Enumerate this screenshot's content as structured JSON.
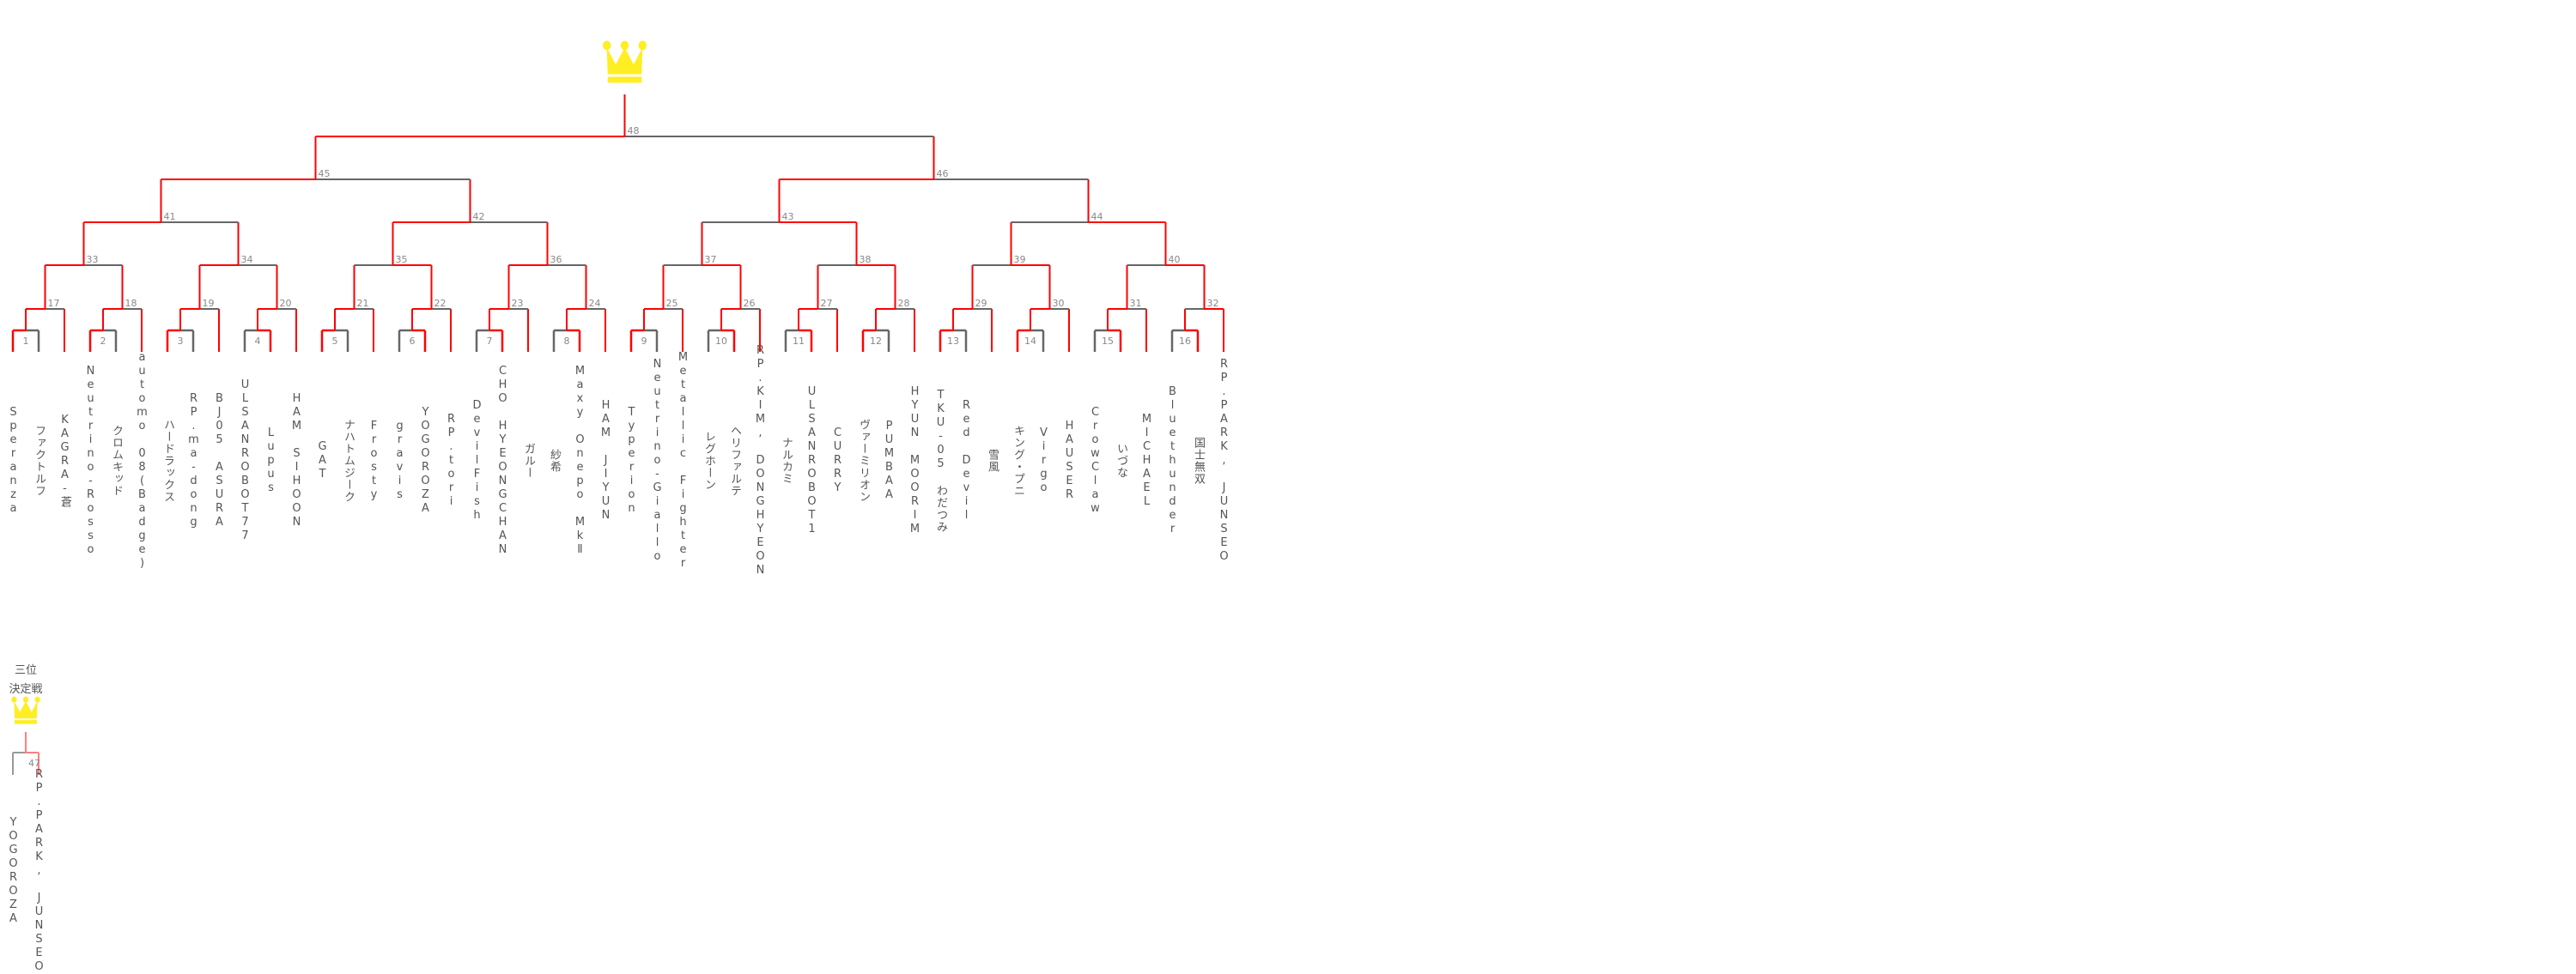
{
  "colors": {
    "win": "#ff0000",
    "lose": "#666666",
    "third_win": "#ff7f7f",
    "third_lose": "#999999",
    "crown": "#ffee22",
    "label": "#888888",
    "name": "#555555"
  },
  "teams": [
    "Speranza",
    "ファクトルフ",
    "KAGRA-蒼",
    "Neutrino-Rosso",
    "クロムキッド",
    "automo 08(Badge)",
    "ハードラックス",
    "RP.ma-dong",
    "BJ05 ASURA",
    "ULSANROBOT77",
    "Lupus",
    "HAM SIHOON",
    "GAT",
    "ナハトムジーク",
    "Frosty",
    "gravis",
    "YOGOROZA",
    "RP.tori",
    "DevilFish",
    "CHO HYEONGCHAN",
    "ガルー",
    "紗希",
    "Maxy Onepo MkⅡ",
    "HAM JIYUN",
    "Typerion",
    "Neutrino-Giallo",
    "Metallic Fighter",
    "レグホーン",
    "ヘリファルテ",
    "RP.KIM, DONGHYEON",
    "ナルカミ",
    "ULSANROBOT1",
    "CURRY",
    "ヴァーミリオン",
    "PUMBAA",
    "HYUN MOORIM",
    "TKU-05 わだつみ",
    "Red Devil",
    "雪風",
    "キング・プニ",
    "Virgo",
    "HAUSER",
    "CrowClaw",
    "いづな",
    "MICHAEL",
    "Bluethunder",
    "国士無双",
    "RP.PARK, JUNSEO"
  ],
  "rounds": [
    [
      {
        "label": "1",
        "winner": "left"
      },
      {
        "label": "2",
        "winner": "left"
      },
      {
        "label": "3",
        "winner": "left"
      },
      {
        "label": "4",
        "winner": "right"
      },
      {
        "label": "5",
        "winner": "left"
      },
      {
        "label": "6",
        "winner": "right"
      },
      {
        "label": "7",
        "winner": "right"
      },
      {
        "label": "8",
        "winner": "right"
      },
      {
        "label": "9",
        "winner": "left"
      },
      {
        "label": "10",
        "winner": "right"
      },
      {
        "label": "11",
        "winner": "right"
      },
      {
        "label": "12",
        "winner": "left"
      },
      {
        "label": "13",
        "winner": "left"
      },
      {
        "label": "14",
        "winner": "left"
      },
      {
        "label": "15",
        "winner": "right"
      },
      {
        "label": "16",
        "winner": "right"
      }
    ],
    [
      {
        "label": "17",
        "winner": "left"
      },
      {
        "label": "18",
        "winner": "left"
      },
      {
        "label": "19",
        "winner": "left"
      },
      {
        "label": "20",
        "winner": "left"
      },
      {
        "label": "21",
        "winner": "left"
      },
      {
        "label": "22",
        "winner": "left"
      },
      {
        "label": "23",
        "winner": "left"
      },
      {
        "label": "24",
        "winner": "left"
      },
      {
        "label": "25",
        "winner": "left"
      },
      {
        "label": "26",
        "winner": "left"
      },
      {
        "label": "27",
        "winner": "left"
      },
      {
        "label": "28",
        "winner": "left"
      },
      {
        "label": "29",
        "winner": "left"
      },
      {
        "label": "30",
        "winner": "left"
      },
      {
        "label": "31",
        "winner": "left"
      },
      {
        "label": "32",
        "winner": "right"
      }
    ],
    [
      {
        "label": "33",
        "winner": "left"
      },
      {
        "label": "34",
        "winner": "left"
      },
      {
        "label": "35",
        "winner": "right"
      },
      {
        "label": "36",
        "winner": "left"
      },
      {
        "label": "37",
        "winner": "right"
      },
      {
        "label": "38",
        "winner": "right"
      },
      {
        "label": "39",
        "winner": "right"
      },
      {
        "label": "40",
        "winner": "right"
      }
    ],
    [
      {
        "label": "41",
        "winner": "left"
      },
      {
        "label": "42",
        "winner": "left"
      },
      {
        "label": "43",
        "winner": "right"
      },
      {
        "label": "44",
        "winner": "right"
      }
    ],
    [
      {
        "label": "45",
        "winner": "left"
      },
      {
        "label": "46",
        "winner": "left"
      }
    ],
    [
      {
        "label": "48",
        "winner": "left"
      }
    ]
  ],
  "third_place": {
    "title_line1": "三位",
    "title_line2": "決定戦",
    "match": {
      "label": "47",
      "winner": "right"
    },
    "teams": [
      "YOGOROZA",
      "RP.PARK, JUNSEO"
    ]
  }
}
